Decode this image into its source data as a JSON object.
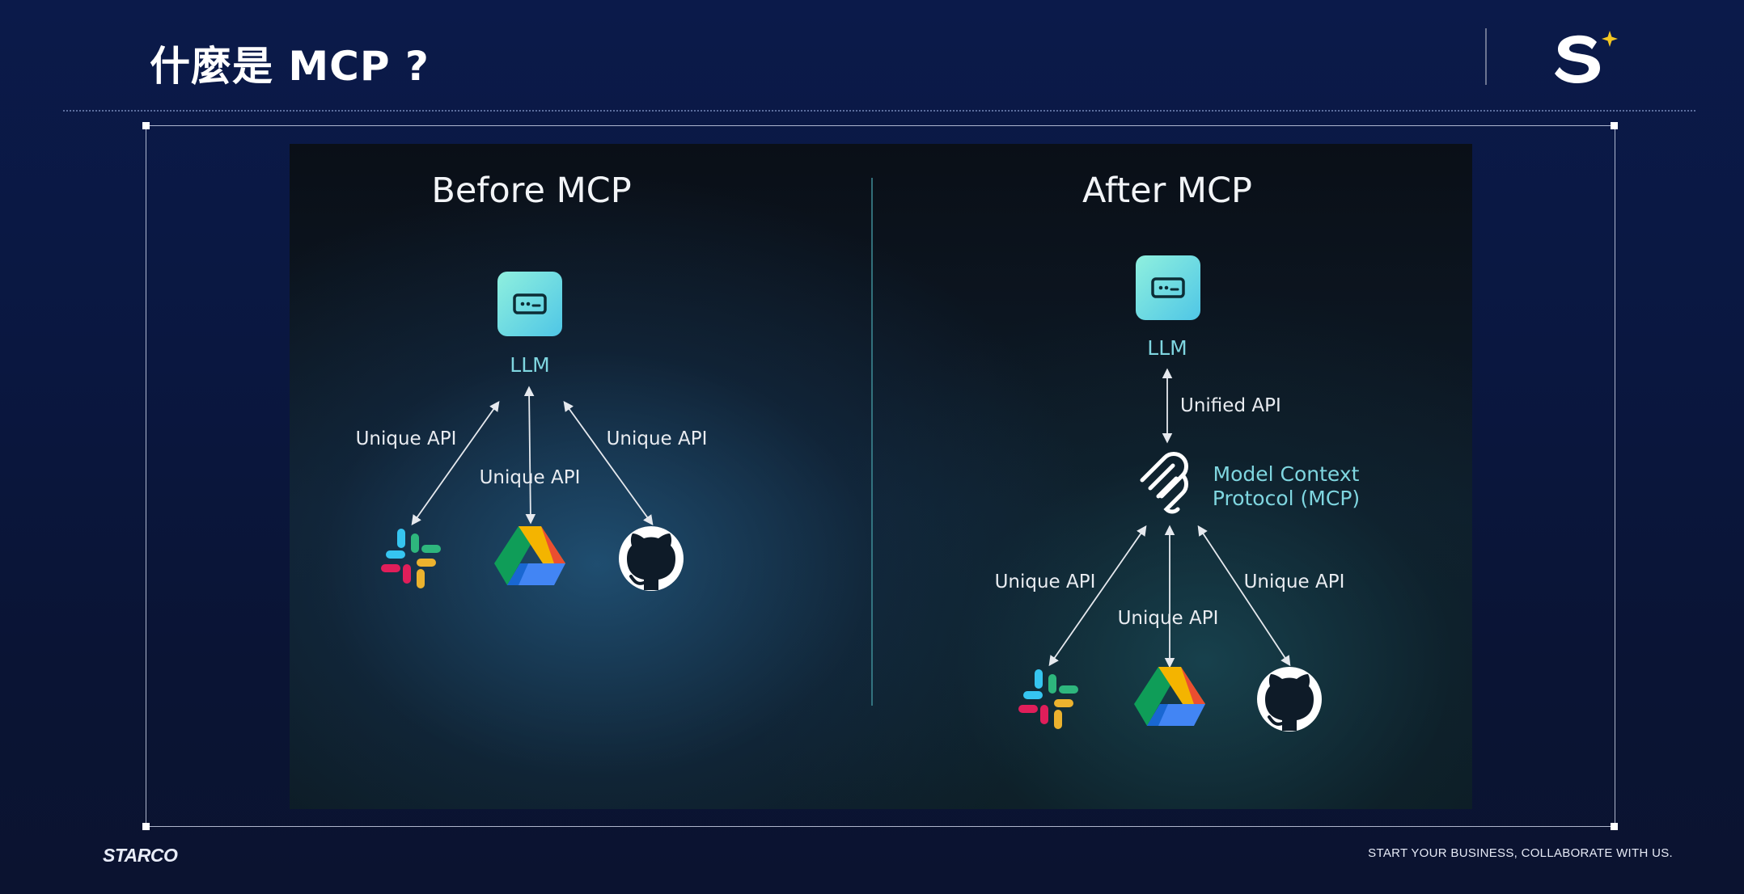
{
  "slide": {
    "title": "什麼是 MCP ?",
    "footer_logo": "STARCO",
    "footer_tagline": "START YOUR BUSINESS, COLLABORATE WITH US."
  },
  "diagram": {
    "before": {
      "heading": "Before MCP",
      "llm_label": "LLM",
      "edge_labels": [
        "Unique API",
        "Unique API",
        "Unique API"
      ],
      "services": [
        "slack-icon",
        "google-drive-icon",
        "github-icon"
      ]
    },
    "after": {
      "heading": "After MCP",
      "llm_label": "LLM",
      "unified_label": "Unified API",
      "mcp_label_line1": "Model Context",
      "mcp_label_line2": "Protocol (MCP)",
      "edge_labels": [
        "Unique API",
        "Unique API",
        "Unique API"
      ],
      "services": [
        "slack-icon",
        "google-drive-icon",
        "github-icon"
      ]
    },
    "colors": {
      "llm_tile": "#6fd8de",
      "llm_label": "#7fd6e0",
      "mcp_label": "#7fd6e0",
      "arrow": "#e6e9ee",
      "divider": "#3f8d98"
    }
  }
}
